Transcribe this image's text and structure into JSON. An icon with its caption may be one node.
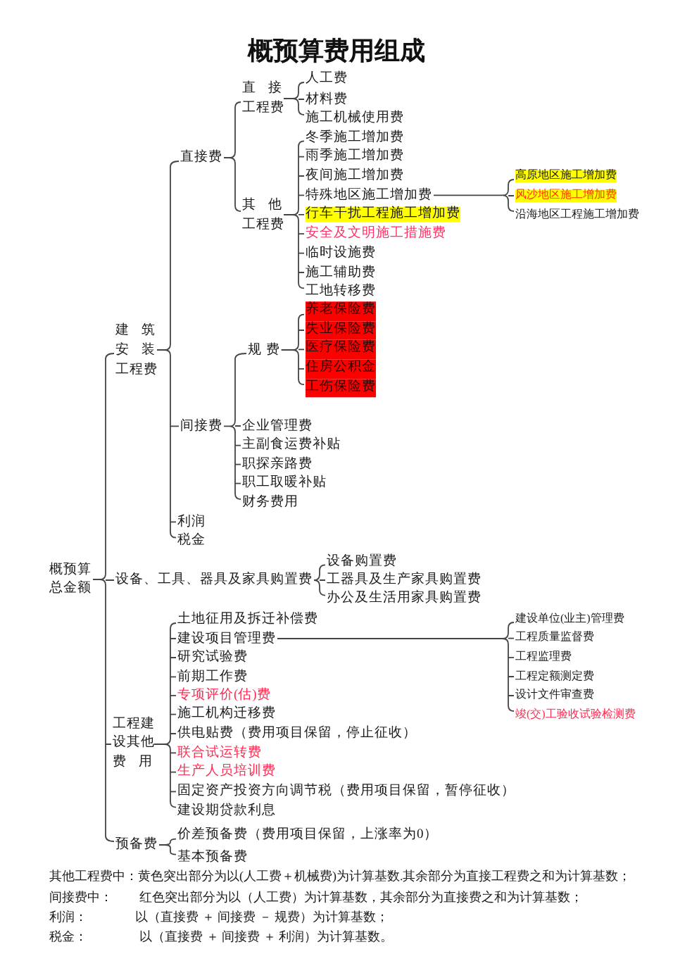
{
  "diagram": {
    "title": "概预算费用组成",
    "nodes": [
      {
        "text": [
          "概预算总金额"
        ]
      },
      {
        "text": [
          "建筑安装工程费"
        ]
      },
      {
        "text": [
          "直接费"
        ]
      },
      {
        "text": [
          "直接工程费"
        ]
      },
      {
        "text": [
          "人工费"
        ]
      },
      {
        "text": [
          "材料费"
        ]
      },
      {
        "text": [
          "施工机械使用费"
        ]
      },
      {
        "text": [
          "其他工程费"
        ]
      },
      {
        "text": [
          "冬季施工增加费"
        ]
      },
      {
        "text": [
          "雨季施工增加费"
        ]
      },
      {
        "text": [
          "夜间施工增加费"
        ]
      },
      {
        "text": [
          "特殊地区施工增加费"
        ]
      },
      {
        "text": [
          "高原地区施工增加费"
        ]
      },
      {
        "text": [
          "风沙地区施工增加费"
        ]
      },
      {
        "text": [
          "沿海地区工程施工增加费"
        ]
      },
      {
        "text": [
          "行车干扰工程施工增加费"
        ]
      },
      {
        "text": [
          "安全及文明施工措施费"
        ]
      },
      {
        "text": [
          "临时设施费"
        ]
      },
      {
        "text": [
          "施工辅助费"
        ]
      },
      {
        "text": [
          "工地转移费"
        ]
      },
      {
        "text": [
          "间接费"
        ]
      },
      {
        "text": [
          "规费"
        ]
      },
      {
        "text": [
          "养老保险费"
        ]
      },
      {
        "text": [
          "失业保险费"
        ]
      },
      {
        "text": [
          "医疗保险费"
        ]
      },
      {
        "text": [
          "住房公积金"
        ]
      },
      {
        "text": [
          "工伤保险费"
        ]
      },
      {
        "text": [
          "企业管理费"
        ]
      },
      {
        "text": [
          "主副食运费补贴"
        ]
      },
      {
        "text": [
          "职探亲路费"
        ]
      },
      {
        "text": [
          "职工取暖补贴"
        ]
      },
      {
        "text": [
          "财务费用"
        ]
      },
      {
        "text": [
          "利润"
        ]
      },
      {
        "text": [
          "税金"
        ]
      },
      {
        "text": [
          "设备、工具、器具及家具购置费"
        ]
      },
      {
        "text": [
          "设备购置费"
        ]
      },
      {
        "text": [
          "工器具及生产家具购置费"
        ]
      },
      {
        "text": [
          "办公及生活用家具购置费"
        ]
      },
      {
        "text": [
          "工程建设其他费用"
        ]
      },
      {
        "text": [
          "土地征用及拆迁补偿费"
        ]
      },
      {
        "text": [
          "建设项目管理费"
        ]
      },
      {
        "text": [
          "建设单位(业主)管理费"
        ]
      },
      {
        "text": [
          "工程质量监督费"
        ]
      },
      {
        "text": [
          "工程监理费"
        ]
      },
      {
        "text": [
          "工程定额测定费"
        ]
      },
      {
        "text": [
          "设计文件审查费"
        ]
      },
      {
        "text": [
          "竣(交)工验收试验检测费"
        ]
      },
      {
        "text": [
          "研究试验费"
        ]
      },
      {
        "text": [
          "前期工作费"
        ]
      },
      {
        "text": [
          "专项评价(估)费"
        ]
      },
      {
        "text": [
          "施工机构迁移费"
        ]
      },
      {
        "text": [
          "供电贴费（费用项目保留，停止征收）"
        ]
      },
      {
        "text": [
          "联合试运转费"
        ]
      },
      {
        "text": [
          "生产人员培训费"
        ]
      },
      {
        "text": [
          "固定资产投资方向调节税（费用项目保留，暂停征收）"
        ]
      },
      {
        "text": [
          "建设期贷款利息"
        ]
      },
      {
        "text": [
          "预备费"
        ]
      },
      {
        "text": [
          "价差预备费（费用项目保留，上涨率为0）"
        ]
      },
      {
        "text": [
          "基本预备费"
        ]
      }
    ],
    "edges": [
      {
        "from": 0,
        "to": 1,
        "arrow": "none"
      },
      {
        "from": 0,
        "to": 34,
        "arrow": "none"
      },
      {
        "from": 0,
        "to": 38,
        "arrow": "none"
      },
      {
        "from": 0,
        "to": 56,
        "arrow": "none"
      },
      {
        "from": 1,
        "to": 2,
        "arrow": "none"
      },
      {
        "from": 1,
        "to": 20,
        "arrow": "none"
      },
      {
        "from": 1,
        "to": 32,
        "arrow": "none"
      },
      {
        "from": 1,
        "to": 33,
        "arrow": "none"
      },
      {
        "from": 2,
        "to": 3,
        "arrow": "none"
      },
      {
        "from": 2,
        "to": 7,
        "arrow": "none"
      },
      {
        "from": 3,
        "to": 4,
        "arrow": "none"
      },
      {
        "from": 3,
        "to": 5,
        "arrow": "none"
      },
      {
        "from": 3,
        "to": 6,
        "arrow": "none"
      },
      {
        "from": 7,
        "to": 8,
        "arrow": "none"
      },
      {
        "from": 7,
        "to": 9,
        "arrow": "none"
      },
      {
        "from": 7,
        "to": 10,
        "arrow": "none"
      },
      {
        "from": 7,
        "to": 11,
        "arrow": "none"
      },
      {
        "from": 7,
        "to": 15,
        "arrow": "none"
      },
      {
        "from": 7,
        "to": 16,
        "arrow": "none"
      },
      {
        "from": 7,
        "to": 17,
        "arrow": "none"
      },
      {
        "from": 7,
        "to": 18,
        "arrow": "none"
      },
      {
        "from": 7,
        "to": 19,
        "arrow": "none"
      },
      {
        "from": 11,
        "to": 12,
        "arrow": "none"
      },
      {
        "from": 11,
        "to": 13,
        "arrow": "none"
      },
      {
        "from": 11,
        "to": 14,
        "arrow": "none"
      },
      {
        "from": 20,
        "to": 21,
        "arrow": "none"
      },
      {
        "from": 20,
        "to": 27,
        "arrow": "none"
      },
      {
        "from": 20,
        "to": 28,
        "arrow": "none"
      },
      {
        "from": 20,
        "to": 29,
        "arrow": "none"
      },
      {
        "from": 20,
        "to": 30,
        "arrow": "none"
      },
      {
        "from": 20,
        "to": 31,
        "arrow": "none"
      },
      {
        "from": 21,
        "to": 22,
        "arrow": "none"
      },
      {
        "from": 21,
        "to": 23,
        "arrow": "none"
      },
      {
        "from": 21,
        "to": 24,
        "arrow": "none"
      },
      {
        "from": 21,
        "to": 25,
        "arrow": "none"
      },
      {
        "from": 21,
        "to": 26,
        "arrow": "none"
      },
      {
        "from": 34,
        "to": 35,
        "arrow": "none"
      },
      {
        "from": 34,
        "to": 36,
        "arrow": "none"
      },
      {
        "from": 34,
        "to": 37,
        "arrow": "none"
      },
      {
        "from": 38,
        "to": 39,
        "arrow": "none"
      },
      {
        "from": 38,
        "to": 40,
        "arrow": "none"
      },
      {
        "from": 38,
        "to": 47,
        "arrow": "none"
      },
      {
        "from": 38,
        "to": 48,
        "arrow": "none"
      },
      {
        "from": 38,
        "to": 49,
        "arrow": "none"
      },
      {
        "from": 38,
        "to": 50,
        "arrow": "none"
      },
      {
        "from": 38,
        "to": 51,
        "arrow": "none"
      },
      {
        "from": 38,
        "to": 52,
        "arrow": "none"
      },
      {
        "from": 38,
        "to": 53,
        "arrow": "none"
      },
      {
        "from": 38,
        "to": 54,
        "arrow": "none"
      },
      {
        "from": 38,
        "to": 55,
        "arrow": "none"
      },
      {
        "from": 40,
        "to": 41,
        "arrow": "none"
      },
      {
        "from": 40,
        "to": 42,
        "arrow": "none"
      },
      {
        "from": 40,
        "to": 43,
        "arrow": "none"
      },
      {
        "from": 40,
        "to": 44,
        "arrow": "none"
      },
      {
        "from": 40,
        "to": 45,
        "arrow": "none"
      },
      {
        "from": 40,
        "to": 46,
        "arrow": "none"
      },
      {
        "from": 56,
        "to": 57,
        "arrow": "none"
      },
      {
        "from": 56,
        "to": 58,
        "arrow": "none"
      }
    ],
    "labels": [
      "其他工程费中：黄色突出部分为以(人工费＋机械费)为计算基数.其余部分为直接工程费之和为计算基数；",
      "间接费中：",
      "红色突出部分为以（人工费）为计算基数，其余部分为直接费之和为计算基数；",
      "利润：",
      "以（直接费 ＋ 间接费 － 规费）为计算基数；",
      "税金：",
      "以（直接费 ＋ 间接费 ＋ 利润）为计算基数。"
    ]
  }
}
